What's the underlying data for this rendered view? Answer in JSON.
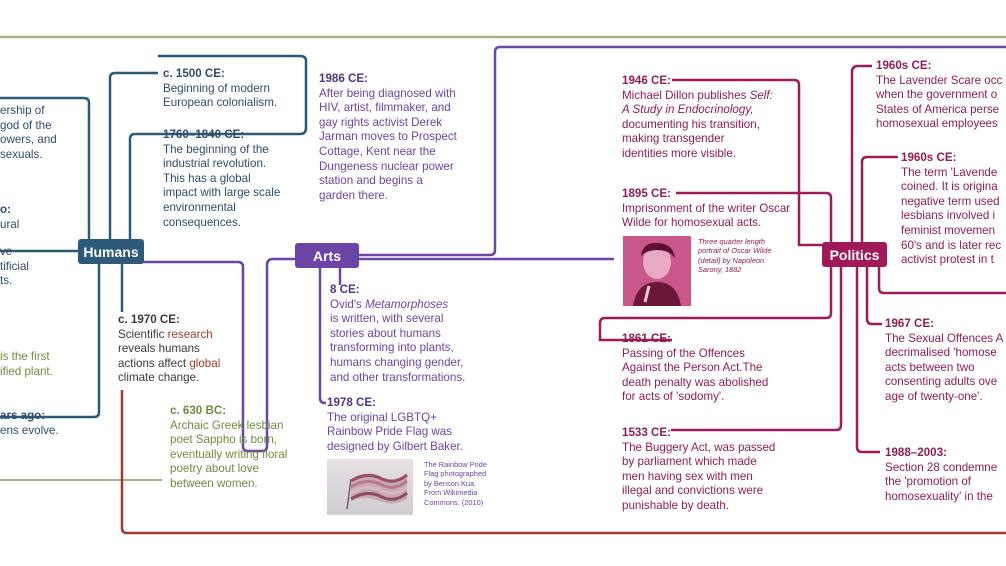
{
  "nodes": {
    "humans": "Humans",
    "arts": "Arts",
    "politics": "Politics"
  },
  "colors": {
    "humans": "#2e5a7a",
    "arts": "#6a45a5",
    "politics": "#a01a59",
    "olive": "#8aa060",
    "red": "#a33a2c"
  },
  "left_fragments": {
    "f1": [
      "ership of",
      "god of the",
      "owers, and",
      "sexuals."
    ],
    "f2": [
      "o:",
      "ural"
    ],
    "f3": [
      "ve",
      "tificial",
      "ts."
    ],
    "f4": [
      "is the first",
      "ified plant."
    ],
    "f5_head": "ars ago:",
    "f5_body": "ens evolve."
  },
  "humans": {
    "e1500_head": "c. 1500 CE:",
    "e1500_body": [
      "Beginning of modern",
      "European colonialism."
    ],
    "e1760_head": "1760–1840 CE:",
    "e1760_body": [
      "The beginning of the",
      "industrial revolution.",
      "This has a global",
      "impact with large scale",
      "environmental",
      "consequences."
    ],
    "e1970_head": "c. 1970 CE:",
    "e1970_l1a": "Scientific ",
    "e1970_l1b": "research",
    "e1970_l2": "reveals humans",
    "e1970_l3a": "actions affect ",
    "e1970_l3b": "global",
    "e1970_l4": "climate change.",
    "e630_head": "c. 630 BC:",
    "e630_l1": "Archaic Greek lesbian",
    "e630_l2": "poet Sappho is born,",
    "e630_l3": "eventually writing floral",
    "e630_l4": "poetry about love",
    "e630_l5": "between women."
  },
  "arts": {
    "e1986_head": "1986 CE:",
    "e1986_body": [
      "After being diagnosed with",
      "HIV, artist, filmmaker, and",
      "gay rights activist Derek",
      "Jarman moves to Prospect",
      "Cottage, Kent near the",
      "Dungeness nuclear power",
      "station and begins a",
      "garden there."
    ],
    "e8_head": "8 CE:",
    "e8_l1a": "Ovid's ",
    "e8_l1b": "Metamorphoses",
    "e8_rest": [
      "is written, with several",
      "stories about humans",
      "transforming into plants,",
      "humans changing gender,",
      "and other transformations."
    ],
    "e1978_head": "1978 CE:",
    "e1978_body": [
      "The original LGBTQ+",
      "Rainbow Pride Flag was",
      "designed by Gilbert Baker."
    ],
    "flag_caption": [
      "The Rainbow Pride",
      "Flag photographed",
      "by Benson Kua.",
      "From Wikimedia",
      "Commons. (2010)"
    ]
  },
  "politics": {
    "e1946_head": "1946 CE:",
    "e1946_l1a": "Michael Dillon publishes ",
    "e1946_l1b": "Self:",
    "e1946_l2": "A Study in Endocrinology,",
    "e1946_rest": [
      "documenting his transition,",
      "making transgender",
      "identities more visible."
    ],
    "e1895_head": "1895 CE:",
    "e1895_body": [
      "Imprisonment of the writer Oscar",
      "Wilde for homosexual acts."
    ],
    "wilde_caption": [
      "Three quarter length",
      "portrait of Oscar Wilde",
      "(detail) by Napoleon",
      "Sarony, 1882"
    ],
    "e1861_head": "1861 CE:",
    "e1861_body": [
      "Passing of the Offences",
      "Against the Person Act.The",
      "death penalty was abolished",
      "for acts of 'sodomy'."
    ],
    "e1533_head": "1533 CE:",
    "e1533_body": [
      "The Buggery Act, was passed",
      "by parliament which made",
      "men having sex with men",
      "illegal and convictions were",
      "punishable by death."
    ],
    "e1960a_head": "1960s CE:",
    "e1960a_body": [
      "The Lavender Scare occ",
      "when the government o",
      "States of America perse",
      "homosexual employees"
    ],
    "e1960b_head": "1960s CE:",
    "e1960b_body": [
      "The term 'Lavende",
      "coined. It is origina",
      "negative term used",
      "lesbians involved i",
      "feminist movemen",
      "60's and is later rec",
      "activist protest in t"
    ],
    "e1967_head": "1967 CE:",
    "e1967_body": [
      "The Sexual Offences A",
      "decrimalised 'homose",
      "acts between two",
      "consenting adults ove",
      "age of twenty-one'."
    ],
    "e1988_head": "1988–2003:",
    "e1988_body": [
      "Section 28 condemne",
      "the 'promotion of",
      "homosexuality' in the"
    ]
  }
}
